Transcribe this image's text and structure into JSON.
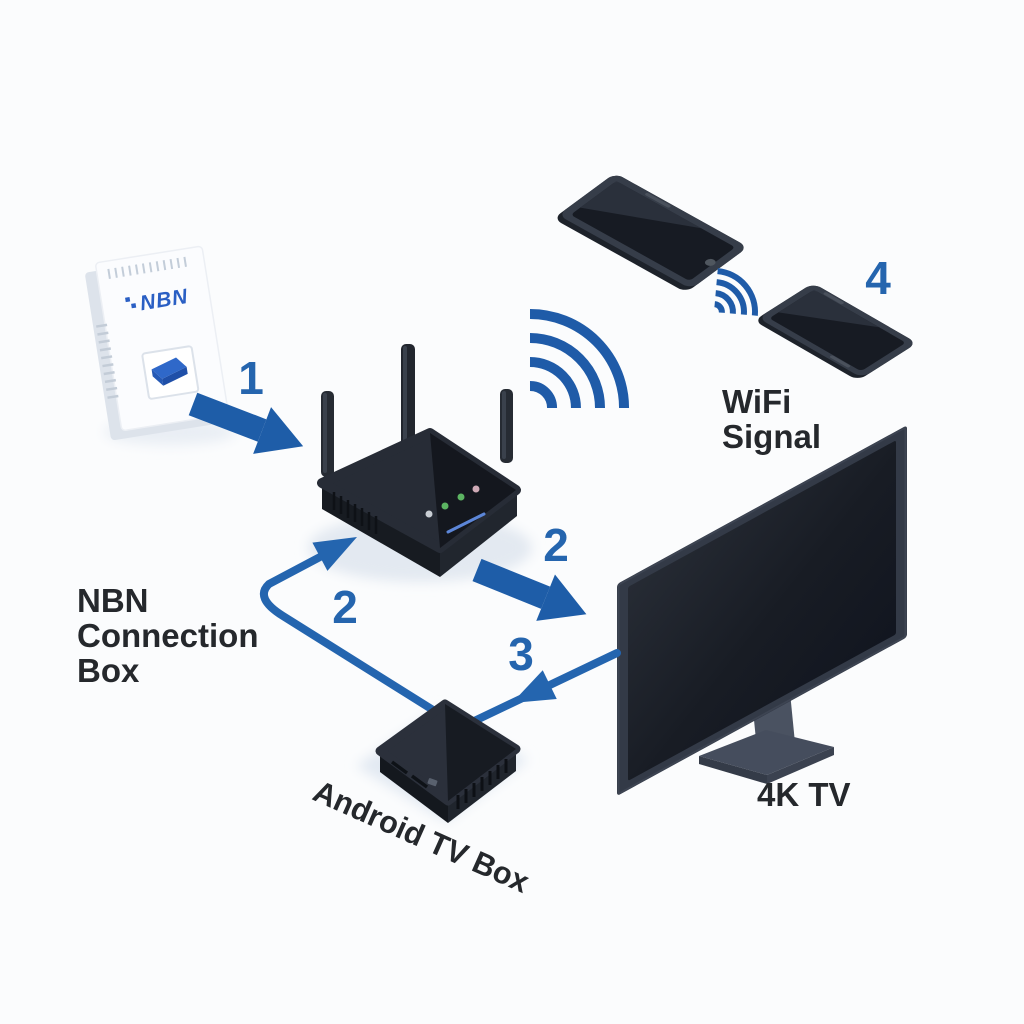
{
  "diagram": {
    "type": "network-setup-diagram",
    "background": "#fbfcfd",
    "colors": {
      "arrow_blue": "#1e5da8",
      "cable_blue": "#2465af",
      "number_blue": "#2565ae",
      "wifi_blue": "#1f5ba8",
      "label_text": "#25282c",
      "device_dark": "#2b313c",
      "nbn_logo_blue": "#2a5fc4",
      "led_green": "#5cb462",
      "led_pink": "#cfaab6"
    },
    "labels": {
      "nbn_box_lines": [
        "NBN",
        "Connection",
        "Box"
      ],
      "wifi_lines": [
        "WiFi",
        "Signal"
      ],
      "android_box": "Android TV Box",
      "tv": "4K TV",
      "nbn_logo": "NBN"
    },
    "steps": {
      "nbn_to_router": "1",
      "router_to_tv": "2",
      "box_to_router": "2",
      "tv_to_box": "3",
      "wifi_devices": "4"
    }
  }
}
